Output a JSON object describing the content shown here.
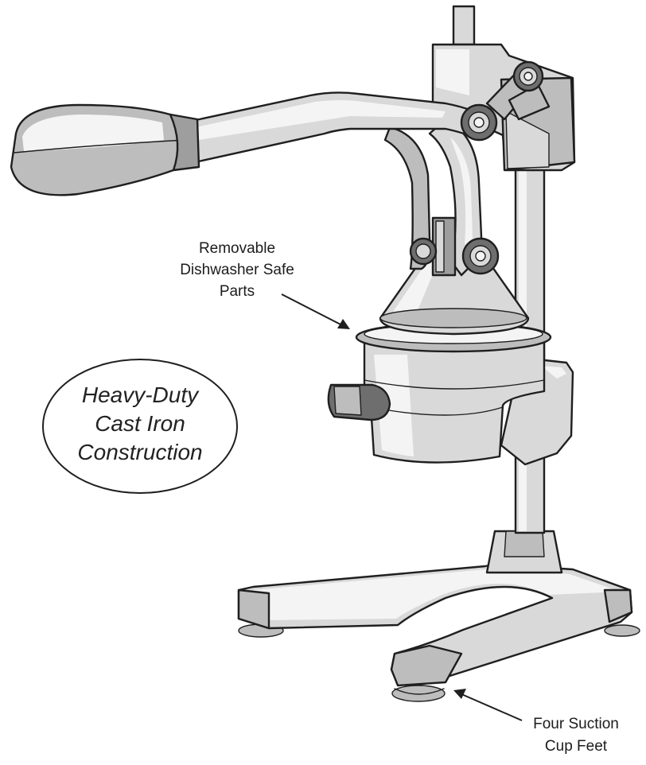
{
  "callouts": {
    "parts": [
      "Removable",
      "Dishwasher Safe",
      "Parts"
    ],
    "feet": [
      "Four Suction",
      "Cup Feet"
    ]
  },
  "badge": [
    "Heavy-Duty",
    "Cast Iron",
    "Construction"
  ],
  "colors": {
    "line": "#1f1f1f",
    "light_gray": "#d9d9d9",
    "mid_gray": "#bdbdbd",
    "dark_gray": "#6e6e6e",
    "background": "#ffffff"
  }
}
